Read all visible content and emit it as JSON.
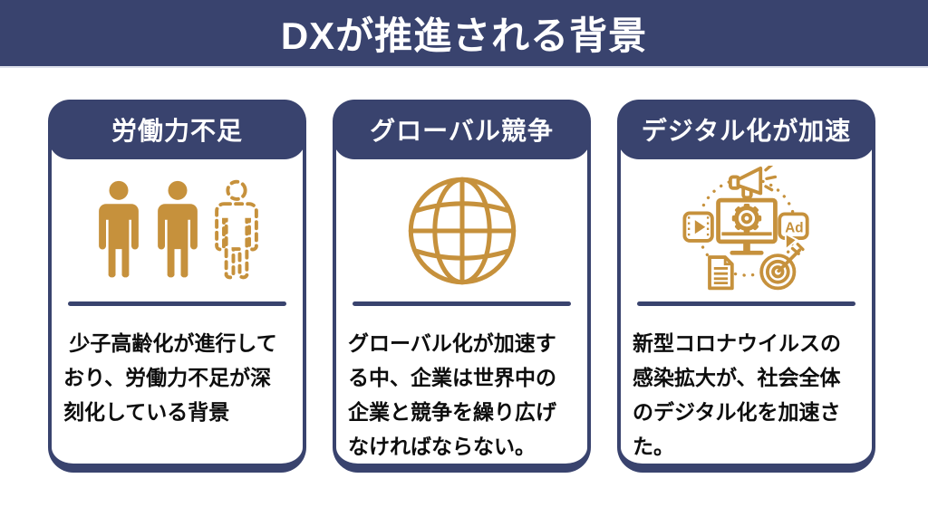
{
  "colors": {
    "navy": "#39436E",
    "gold": "#C6913C",
    "background": "#ffffff",
    "text": "#0d0d0d"
  },
  "header": {
    "title": "DXが推進される背景"
  },
  "cards": [
    {
      "title": "労働力不足",
      "icon": "people-shortage-icon",
      "description": " 少子高齢化が進行して\nおり、労働力不足が深\n刻化している背景"
    },
    {
      "title": "グローバル競争",
      "icon": "globe-icon",
      "description": "グローバル化が加速す\nる中、企業は世界中の\n企業と競争を繰り広げ\nなければならない。"
    },
    {
      "title": "デジタル化が加速",
      "icon": "digital-acceleration-icon",
      "ad_label": "Ad",
      "description": "新型コロナウイルスの\n感染拡大が、社会全体\nのデジタル化を加速さ\nた。"
    }
  ]
}
